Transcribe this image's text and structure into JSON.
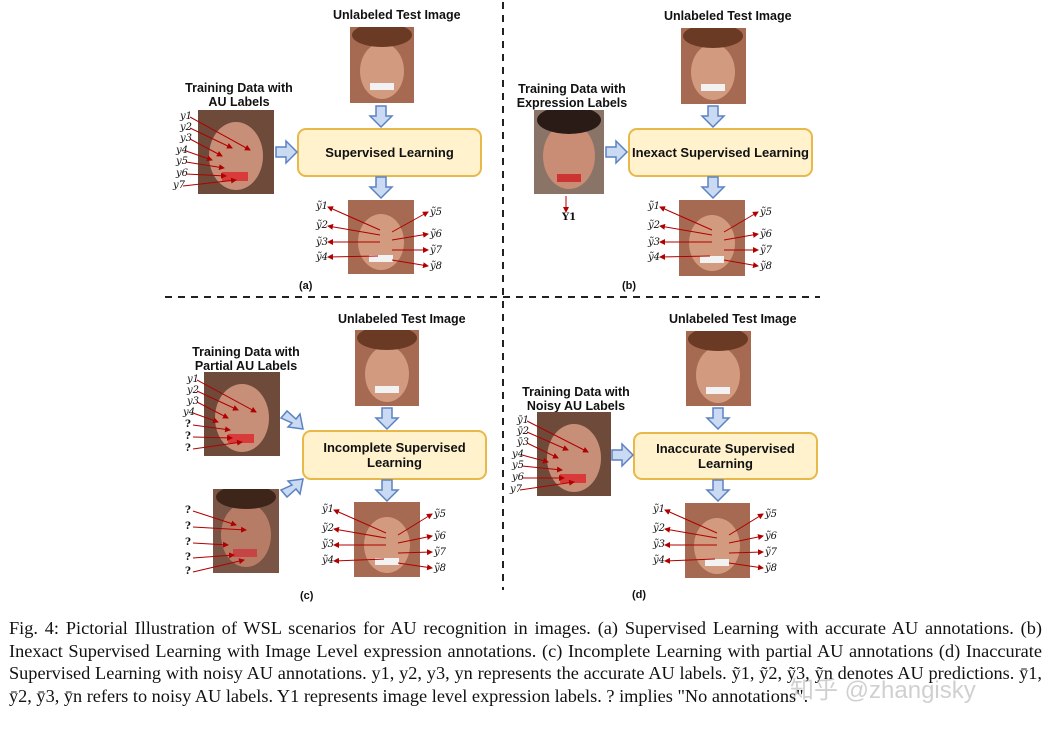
{
  "panels": {
    "a": {
      "test_title": "Unlabeled Test Image",
      "train_title": "Training Data with AU Labels",
      "box_label": "Supervised Learning",
      "input_labels": [
        "y1",
        "y2",
        "y3",
        "y4",
        "y5",
        "y6",
        "y7"
      ],
      "output_labels_left": [
        "ỹ1",
        "ỹ2",
        "ỹ3",
        "ỹ4"
      ],
      "output_labels_right": [
        "ỹ5",
        "ỹ6",
        "ỹ7",
        "ỹ8"
      ],
      "sub": "(a)"
    },
    "b": {
      "test_title": "Unlabeled Test Image",
      "train_title": "Training Data with Expression Labels",
      "box_label": "Inexact Supervised Learning",
      "expr_label": "Y1",
      "output_labels_left": [
        "ỹ1",
        "ỹ2",
        "ỹ3",
        "ỹ4"
      ],
      "output_labels_right": [
        "ỹ5",
        "ỹ6",
        "ỹ7",
        "ỹ8"
      ],
      "sub": "(b)"
    },
    "c": {
      "test_title": "Unlabeled Test Image",
      "train_title": "Training Data with Partial AU Labels",
      "box_label": "Incomplete Supervised Learning",
      "input_labels": [
        "y1",
        "y2",
        "y3",
        "y4",
        "?",
        "?",
        "?"
      ],
      "input_labels_2": [
        "?",
        "?",
        "?",
        "?",
        "?"
      ],
      "output_labels_left": [
        "ỹ1",
        "ỹ2",
        "ỹ3",
        "ỹ4"
      ],
      "output_labels_right": [
        "ỹ5",
        "ỹ6",
        "ỹ7",
        "ỹ8"
      ],
      "sub": "(c)"
    },
    "d": {
      "test_title": "Unlabeled Test Image",
      "train_title": "Training Data with Noisy AU Labels",
      "box_label": "Inaccurate Supervised Learning",
      "input_labels": [
        "ȳ1",
        "ȳ2",
        "ȳ3",
        "y4",
        "y5",
        "y6",
        "y7"
      ],
      "output_labels_left": [
        "ỹ1",
        "ỹ2",
        "ỹ3",
        "ỹ4"
      ],
      "output_labels_right": [
        "ỹ5",
        "ỹ6",
        "ỹ7",
        "ỹ8"
      ],
      "sub": "(d)"
    }
  },
  "caption": "Fig. 4: Pictorial Illustration of WSL scenarios for AU recognition in images. (a) Supervised Learning with accurate AU annotations. (b) Inexact Supervised Learning with Image Level expression annotations. (c) Incomplete Learning with partial AU annotations (d) Inaccurate Supervised Learning with noisy AU annotations. y1, y2, y3, yn represents the accurate AU labels. ỹ1, ỹ2, ỹ3, ỹn denotes AU predictions. ȳ1, ȳ2, ȳ3, ȳn refers to noisy AU labels. Y1 represents image level expression labels. ? implies \"No annotations\".",
  "watermark": "知乎 @zhangisky",
  "colors": {
    "box_fill": "#fff2cc",
    "box_border": "#e8b84a",
    "arrow_fill": "#c9daf2",
    "arrow_stroke": "#5b82c2",
    "label_arrow": "#b00000"
  }
}
